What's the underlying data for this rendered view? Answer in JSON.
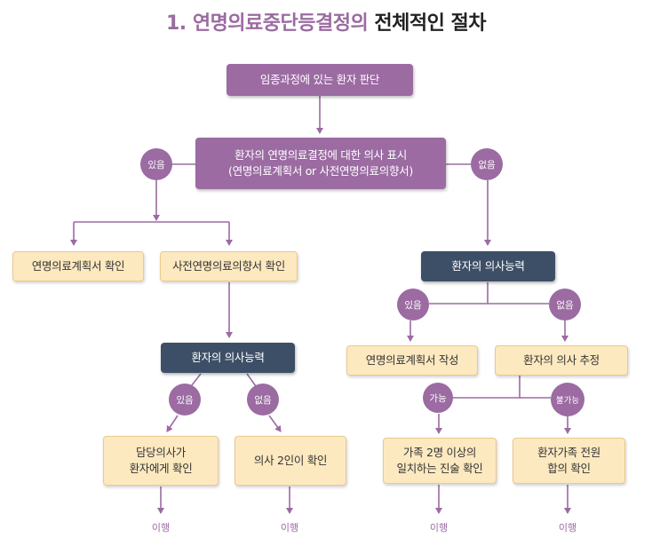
{
  "title": {
    "part1": "1. 연명의료중단등결정의 ",
    "part2": "전체적인 절차"
  },
  "nodes": {
    "end_of_life_judgment": "임종과정에 있는 환자 판단",
    "intention_line1": "환자의 연명의료결정에 대한 의사 표시",
    "intention_line2": "(연명의료계획서 or 사전연명의료의향서)",
    "check_plan": "연명의료계획서 확인",
    "check_advance": "사전연명의료의향서 확인",
    "capacity_left": "환자의 의사능력",
    "capacity_right": "환자의 의사능력",
    "doctor_confirm_line1": "담당의사가",
    "doctor_confirm_line2": "환자에게 확인",
    "two_doctors": "의사 2인이 확인",
    "write_plan": "연명의료계획서 작성",
    "presume_intention": "환자의 의사 추정",
    "family_statement_line1": "가족 2명 이상의",
    "family_statement_line2": "일치하는 진술 확인",
    "family_all_line1": "환자가족 전원",
    "family_all_line2": "합의 확인"
  },
  "badges": {
    "yes_top": "있음",
    "no_top": "없음",
    "yes_left": "있음",
    "no_left": "없음",
    "yes_right": "있음",
    "no_right": "없음",
    "possible": "가능",
    "impossible": "불가능"
  },
  "outcomes": [
    "이행",
    "이행",
    "이행",
    "이행"
  ],
  "colors": {
    "purple": "#9b6ba2",
    "cream": "#fde9c0",
    "navy": "#3d4f66",
    "line": "#9b6ba2"
  }
}
